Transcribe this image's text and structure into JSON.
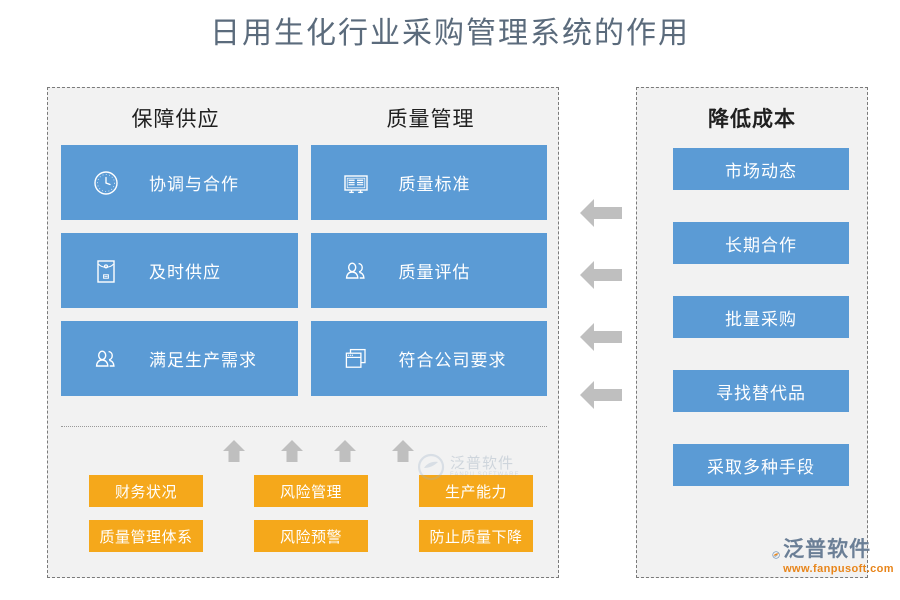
{
  "title": "日用生化行业采购管理系统的作用",
  "colors": {
    "card_blue": "#5B9BD5",
    "tag_orange": "#F5A81B",
    "panel_bg": "#F2F2F2",
    "panel_border": "#7A7A7A",
    "title_color": "#5B6B7C",
    "arrow_gray": "#BFBFBF"
  },
  "left_panel": {
    "columns": [
      {
        "header": "保障供应"
      },
      {
        "header": "质量管理"
      }
    ],
    "cards": [
      [
        {
          "icon": "clock-icon",
          "label": "协调与合作"
        },
        {
          "icon": "certificate-icon",
          "label": "质量标准"
        }
      ],
      [
        {
          "icon": "envelope-icon",
          "label": "及时供应"
        },
        {
          "icon": "people-icon",
          "label": "质量评估"
        }
      ],
      [
        {
          "icon": "people-icon",
          "label": "满足生产需求"
        },
        {
          "icon": "windows-icon",
          "label": "符合公司要求"
        }
      ]
    ],
    "tags": [
      [
        "财务状况",
        "风险管理",
        "生产能力"
      ],
      [
        "质量管理体系",
        "风险预警",
        "防止质量下降"
      ]
    ],
    "up_arrow_count": 4
  },
  "right_panel": {
    "header": "降低成本",
    "items": [
      "市场动态",
      "长期合作",
      "批量采购",
      "寻找替代品",
      "采取多种手段"
    ]
  },
  "connector_arrow_count": 4,
  "watermark": {
    "cn": "泛普软件",
    "en": "FANPU SOFTWARE"
  },
  "logo": {
    "cn": "泛普软件",
    "url": "www.fanpusoft.com"
  }
}
